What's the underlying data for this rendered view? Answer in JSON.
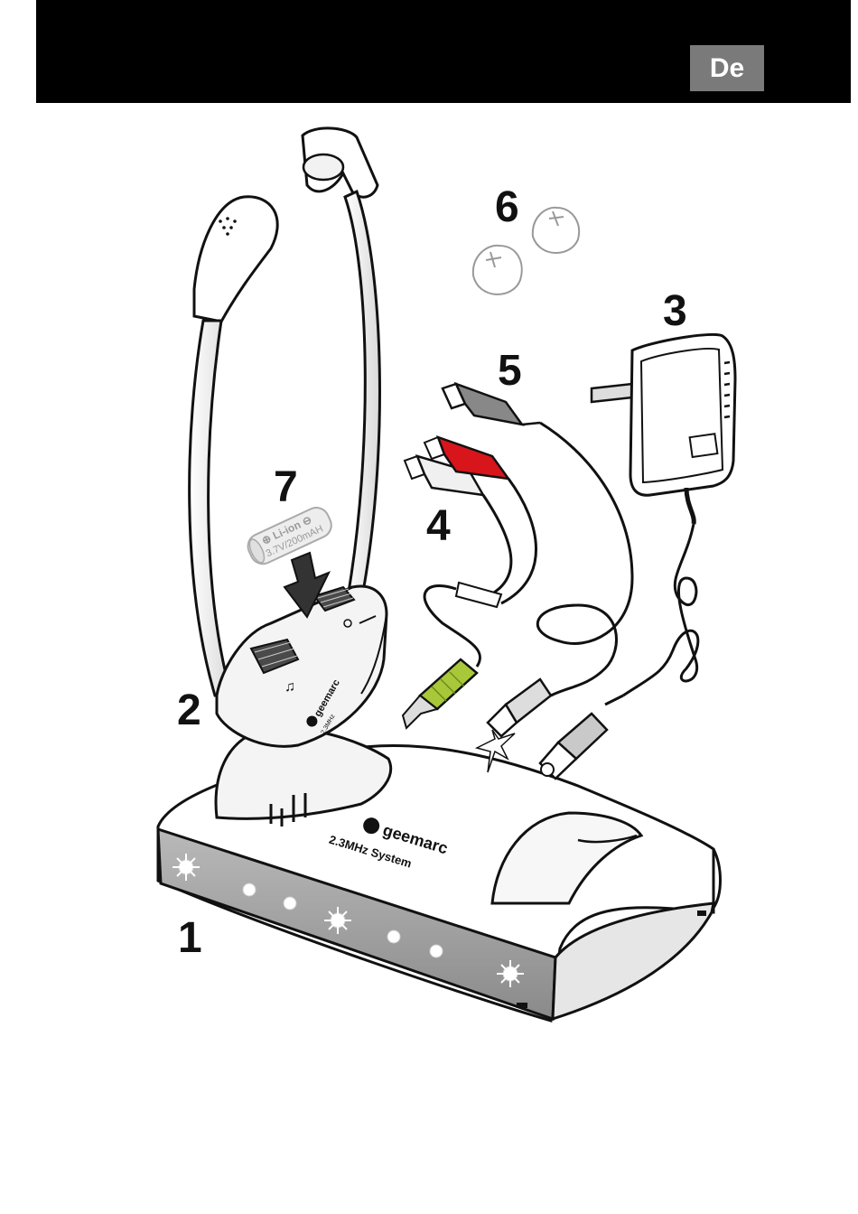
{
  "header": {
    "language_tag": "De"
  },
  "callouts": {
    "base_station": "1",
    "headset": "2",
    "power_adapter": "3",
    "audio_cable": "4",
    "optical_cable": "5",
    "ear_tips": "6",
    "battery": "7"
  },
  "battery_label": {
    "line1": "⊕ Li-ion ⊖",
    "line2": "3.7V/200mAH"
  },
  "headset_label": {
    "brand": "geemarc",
    "frequency": "2.3MHz"
  },
  "base_label": {
    "brand": "geemarc",
    "system": "2.3MHz System"
  },
  "colors": {
    "rca_red": "#d8151b",
    "jack_green": "#a8c83a",
    "header": "#000000",
    "badge": "#7a7a7a"
  }
}
